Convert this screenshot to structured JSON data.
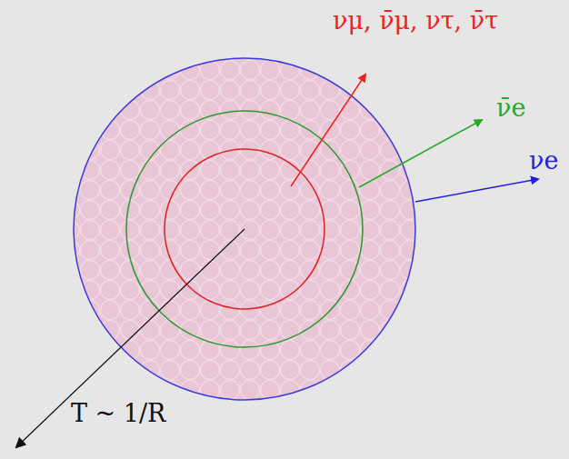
{
  "diagram": {
    "labels": [
      "νμ, ν̄μ, ντ, ν̄τ",
      "ν̄e",
      "νe",
      "T ~ 1/R"
    ]
  }
}
